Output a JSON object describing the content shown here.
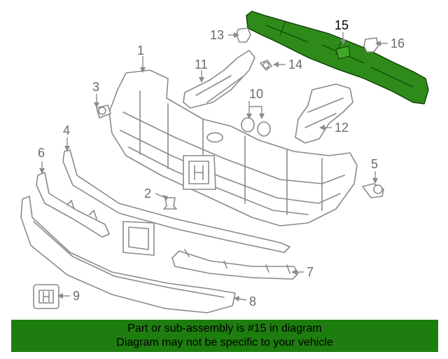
{
  "diagram": {
    "callouts": [
      {
        "id": "1",
        "label": "1"
      },
      {
        "id": "2",
        "label": "2"
      },
      {
        "id": "3",
        "label": "3"
      },
      {
        "id": "4",
        "label": "4"
      },
      {
        "id": "5",
        "label": "5"
      },
      {
        "id": "6",
        "label": "6"
      },
      {
        "id": "7",
        "label": "7"
      },
      {
        "id": "8",
        "label": "8"
      },
      {
        "id": "9",
        "label": "9"
      },
      {
        "id": "10",
        "label": "10"
      },
      {
        "id": "11",
        "label": "11"
      },
      {
        "id": "12",
        "label": "12"
      },
      {
        "id": "13",
        "label": "13"
      },
      {
        "id": "14",
        "label": "14"
      },
      {
        "id": "15",
        "label": "15"
      },
      {
        "id": "16",
        "label": "16"
      }
    ],
    "highlighted_part": "15",
    "colors": {
      "highlight": "#2e8b1a",
      "outline": "#8a8a8a",
      "banner": "#1e7d0f"
    }
  },
  "banner": {
    "line1": "Part or sub-assembly is #15 in diagram",
    "line2": "Diagram may not be specific to your vehicle"
  }
}
